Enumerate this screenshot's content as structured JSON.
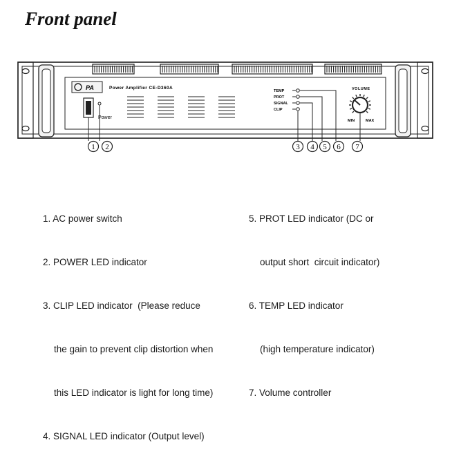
{
  "title": "Front panel",
  "panel": {
    "logo": "PA",
    "model": "Power Amplifier CE-D360A",
    "power_label": "Power",
    "led_labels": [
      "TEMP",
      "PROT",
      "SIGNAL",
      "CLIP"
    ],
    "volume_label": "VOLUME",
    "volume_min": "MIN",
    "volume_max": "MAX"
  },
  "callouts": [
    "1",
    "2",
    "3",
    "4",
    "5",
    "6",
    "7"
  ],
  "descriptions_left": [
    "1. AC power switch",
    "2. POWER LED indicator",
    "3. CLIP LED indicator  (Please reduce",
    "the gain to prevent clip distortion when",
    "this LED indicator is light for long time)",
    "4. SIGNAL LED indicator (Output level)"
  ],
  "descriptions_right": [
    "5. PROT LED indicator (DC or",
    "output short  circuit indicator)",
    "6. TEMP LED indicator",
    "(high temperature indicator)",
    "7. Volume controller"
  ]
}
